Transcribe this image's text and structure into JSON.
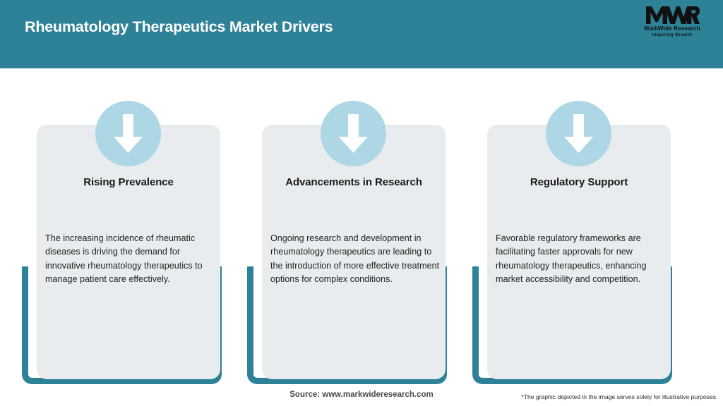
{
  "header": {
    "title": "Rheumatology Therapeutics Market Drivers",
    "bg_color": "#2e8298",
    "title_color": "#ffffff"
  },
  "logo": {
    "mark": "MWR",
    "name": "MarkWide Research",
    "tagline": "Inspiring Growth"
  },
  "theme": {
    "accent_teal": "#2e8298",
    "card_bg": "#e8ecee",
    "icon_circle": "#aed7e6",
    "arrow_color": "#ffffff",
    "page_bg": "#ffffff"
  },
  "cards": [
    {
      "icon": "arrow-down-icon",
      "title": "Rising Prevalence",
      "text": "The increasing incidence of rheumatic diseases is driving the demand for innovative rheumatology therapeutics to manage patient care effectively."
    },
    {
      "icon": "arrow-down-icon",
      "title": "Advancements in Research",
      "text": "Ongoing research and development in rheumatology therapeutics are leading to the introduction of more effective treatment options for complex conditions."
    },
    {
      "icon": "arrow-down-icon",
      "title": "Regulatory Support",
      "text": "Favorable regulatory frameworks are facilitating faster approvals for new rheumatology therapeutics, enhancing market accessibility and competition."
    }
  ],
  "footer": {
    "source": "Source: www.markwideresearch.com",
    "disclaimer": "*The graphic depicted in the image serves solely for illustrative purposes"
  }
}
